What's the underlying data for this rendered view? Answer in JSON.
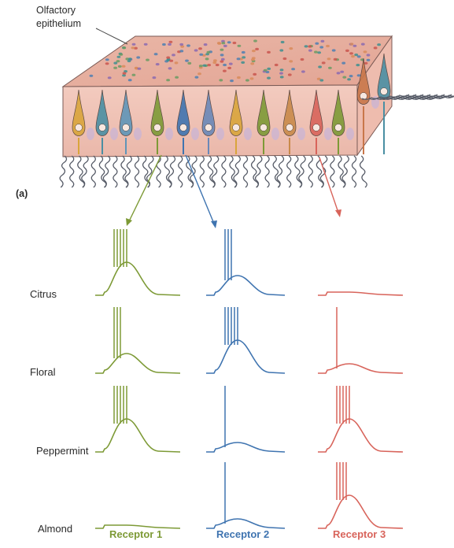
{
  "callout": {
    "line1": "Olfactory",
    "line2": "epithelium"
  },
  "panel_label": "(a)",
  "colors": {
    "receptor_1": "#7d9a36",
    "receptor_2": "#3f74b0",
    "receptor_3": "#d8645b",
    "tissue_top": "#e8b7a8",
    "tissue_side": "#f0c2b5",
    "cilia": "#556"
  },
  "odors": [
    {
      "name": "Citrus",
      "spikes": [
        5,
        3,
        0
      ]
    },
    {
      "name": "Floral",
      "spikes": [
        3,
        5,
        1
      ]
    },
    {
      "name": "Peppermint",
      "spikes": [
        5,
        1,
        5
      ]
    },
    {
      "name": "Almond",
      "spikes": [
        0,
        1,
        4
      ]
    }
  ],
  "receptors": [
    {
      "label": "Receptor 1",
      "color": "#7d9a36",
      "icon": "green-receptor-cell"
    },
    {
      "label": "Receptor 2",
      "color": "#3f74b0",
      "icon": "blue-receptor-cell"
    },
    {
      "label": "Receptor 3",
      "color": "#d8645b",
      "icon": "red-receptor-cell"
    }
  ]
}
